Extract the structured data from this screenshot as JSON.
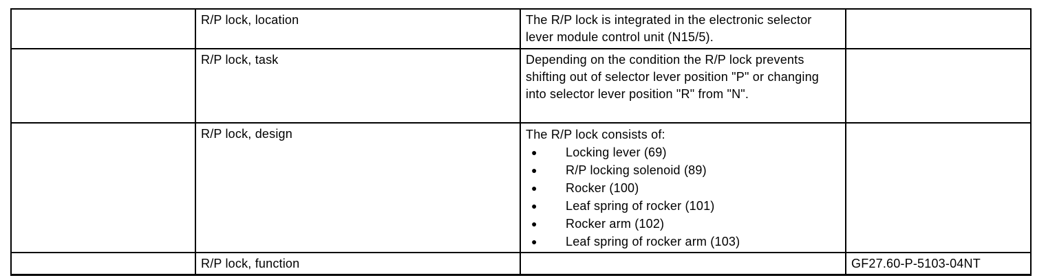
{
  "page": {
    "background_color": "#ffffff",
    "text_color": "#000000",
    "border_color": "#000000"
  },
  "table": {
    "bullet_glyph": "●",
    "rows": [
      {
        "label": "R/P lock, location",
        "description": "The R/P lock is integrated in the electronic selector lever module control unit (N15/5).",
        "code": ""
      },
      {
        "label": "R/P lock, task",
        "description": "Depending on the condition the R/P lock prevents shifting out of selector lever position \"P\" or changing into selector lever position \"R\" from \"N\".",
        "code": ""
      },
      {
        "label": "R/P lock, design",
        "description_intro": "The R/P lock consists of:",
        "bullets": [
          "Locking lever (69)",
          "R/P locking solenoid (89)",
          "Rocker (100)",
          "Leaf spring of rocker (101)",
          "Rocker arm (102)",
          "Leaf spring of rocker arm (103)"
        ],
        "code": ""
      },
      {
        "label": "R/P lock, function",
        "description": "",
        "code": "GF27.60-P-5103-04NT"
      }
    ]
  }
}
